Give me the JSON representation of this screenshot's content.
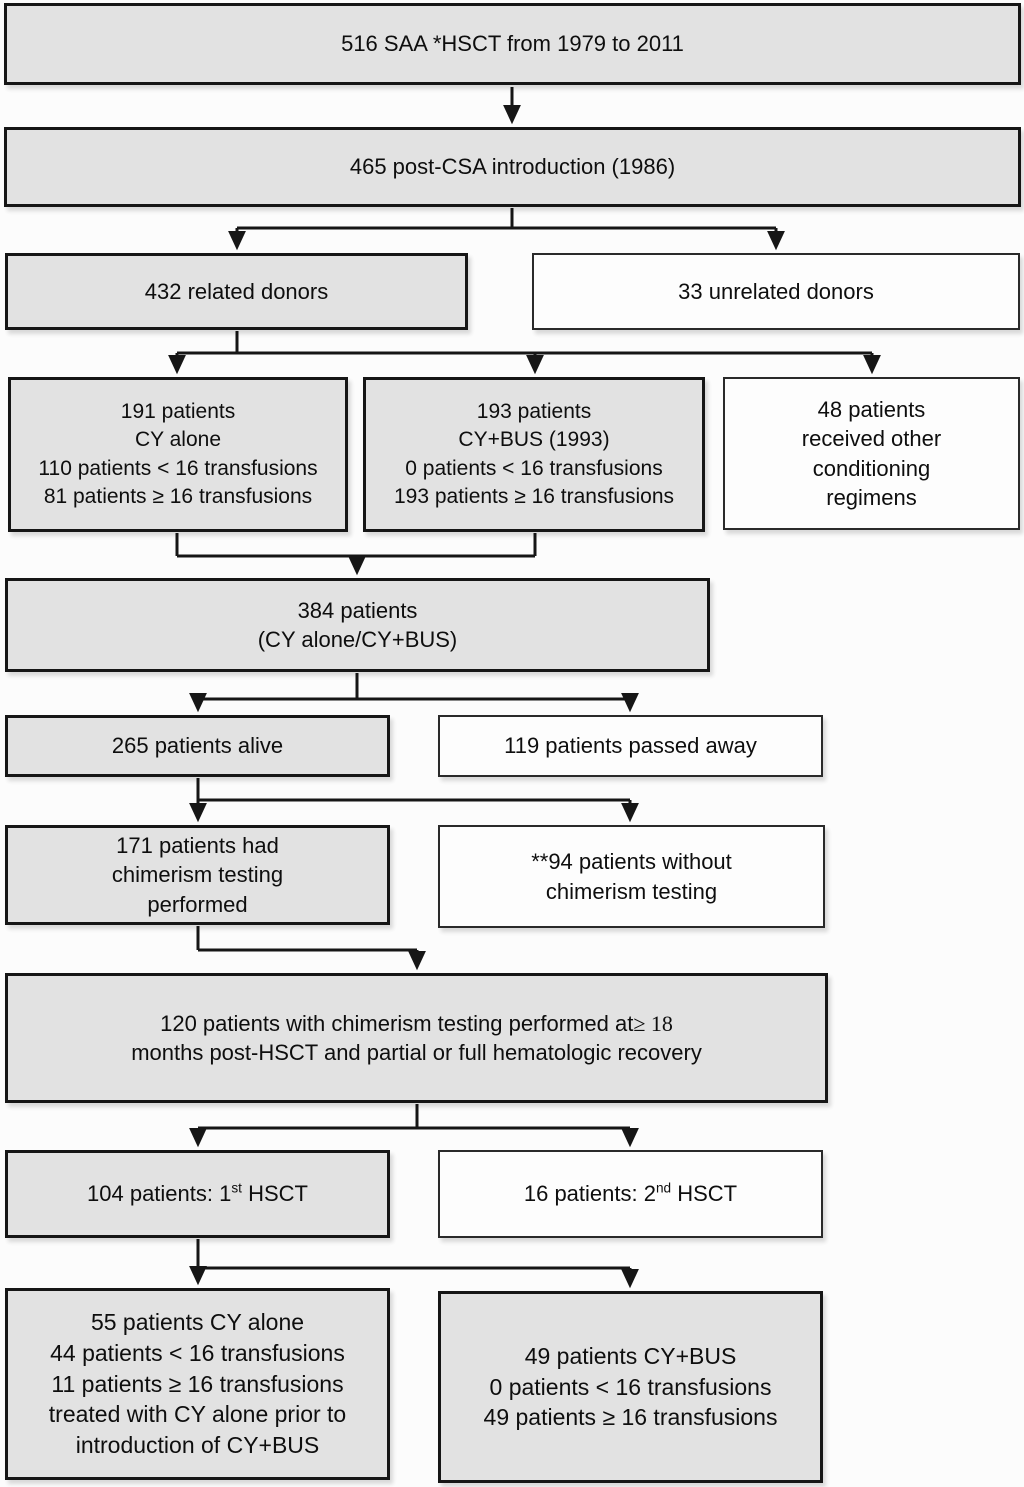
{
  "diagram": {
    "colors": {
      "box_fill_gray": "#e2e2e2",
      "box_fill_white": "#fdfdfd",
      "border_and_lines": "#161616",
      "background": "#fcfcfc"
    },
    "boxes": {
      "total": {
        "lines": [
          "516 SAA *HSCT from 1979 to 2011"
        ]
      },
      "post_csa": {
        "lines": [
          "465 post-CSA introduction (1986)"
        ]
      },
      "related_donors": {
        "lines": [
          "432 related donors"
        ]
      },
      "unrelated_donors": {
        "lines": [
          "33 unrelated donors"
        ]
      },
      "cy_alone": {
        "lines": [
          "191 patients",
          "CY alone",
          "110 patients < 16 transfusions",
          "81 patients ≥ 16 transfusions"
        ]
      },
      "cy_bus": {
        "lines": [
          "193 patients",
          "CY+BUS (1993)",
          "0 patients < 16 transfusions",
          "193 patients ≥ 16 transfusions"
        ]
      },
      "other_regimens": {
        "lines": [
          "48 patients",
          "received other",
          "conditioning",
          "regimens"
        ]
      },
      "combined": {
        "lines": [
          "384 patients",
          "(CY alone/CY+BUS)"
        ]
      },
      "alive": {
        "lines": [
          "265 patients alive"
        ]
      },
      "passed_away": {
        "lines": [
          "119 patients passed away"
        ]
      },
      "chimerism_done": {
        "lines": [
          "171 patients had",
          "chimerism testing",
          "performed"
        ]
      },
      "chimerism_not_done": {
        "lines": [
          "**94 patients without",
          "chimerism testing"
        ]
      },
      "chimerism_18mo": {
        "line1_text": "120 patients with chimerism testing performed at ",
        "line1_math": "≥ 18",
        "line2": "months post-HSCT and partial or full hematologic recovery"
      },
      "first_hsct": {
        "prefix": "104 patients: 1",
        "sup": "st",
        "suffix": " HSCT"
      },
      "second_hsct": {
        "prefix": "16 patients: 2",
        "sup": "nd",
        "suffix": " HSCT"
      },
      "final_cy_alone": {
        "lines": [
          "55 patients CY alone",
          "44 patients < 16 transfusions",
          "11 patients ≥ 16 transfusions",
          "treated with CY alone prior to",
          "introduction of CY+BUS"
        ]
      },
      "final_cy_bus": {
        "lines": [
          "49 patients CY+BUS",
          "0 patients < 16 transfusions",
          "49 patients ≥ 16 transfusions"
        ]
      }
    }
  }
}
